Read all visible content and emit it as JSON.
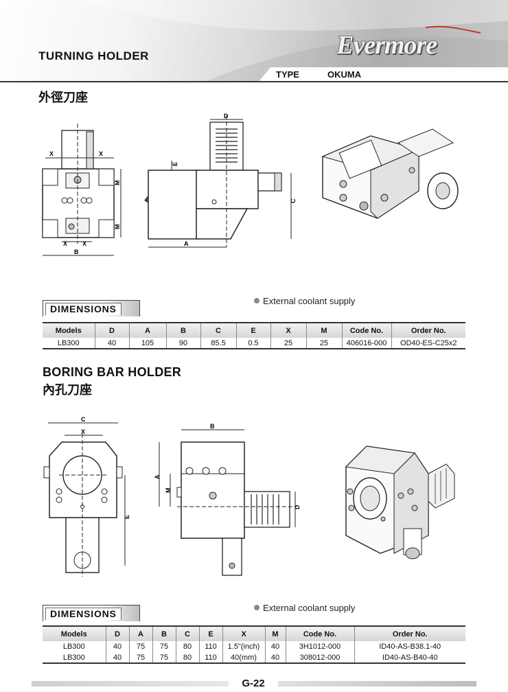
{
  "header": {
    "title": "TURNING HOLDER",
    "brand": "Evermore",
    "type_label": "TYPE",
    "type_value": "OKUMA"
  },
  "turning": {
    "cn_title": "外徑刀座",
    "drawing_labels": {
      "D": "D",
      "E": "E",
      "C": "C",
      "A": "A",
      "B": "B",
      "M": "M",
      "X": "X"
    },
    "dimensions_label": "DIMENSIONS",
    "coolant_note": "External coolant supply",
    "table": {
      "headers": [
        "Models",
        "D",
        "A",
        "B",
        "C",
        "E",
        "X",
        "M",
        "Code No.",
        "Order No."
      ],
      "rows": [
        [
          "LB300",
          "40",
          "105",
          "90",
          "85.5",
          "0.5",
          "25",
          "25",
          "406016-000",
          "OD40-ES-C25x2"
        ]
      ]
    }
  },
  "boring": {
    "title": "BORING BAR HOLDER",
    "cn_title": "內孔刀座",
    "drawing_labels": {
      "C": "C",
      "X": "X",
      "E": "E",
      "B": "B",
      "A": "A",
      "M": "M",
      "D": "D"
    },
    "dimensions_label": "DIMENSIONS",
    "coolant_note": "External coolant supply",
    "table": {
      "headers": [
        "Models",
        "D",
        "A",
        "B",
        "C",
        "E",
        "X",
        "M",
        "Code No.",
        "Order No."
      ],
      "rows": [
        [
          "LB300",
          "40",
          "75",
          "75",
          "80",
          "110",
          "1.5\"(inch)",
          "40",
          "3H1012-000",
          "ID40-AS-B38.1-40"
        ],
        [
          "LB300",
          "40",
          "75",
          "75",
          "80",
          "110",
          "40(mm)",
          "40",
          "308012-000",
          "ID40-AS-B40-40"
        ]
      ]
    }
  },
  "footer": {
    "page_number": "G-22"
  }
}
